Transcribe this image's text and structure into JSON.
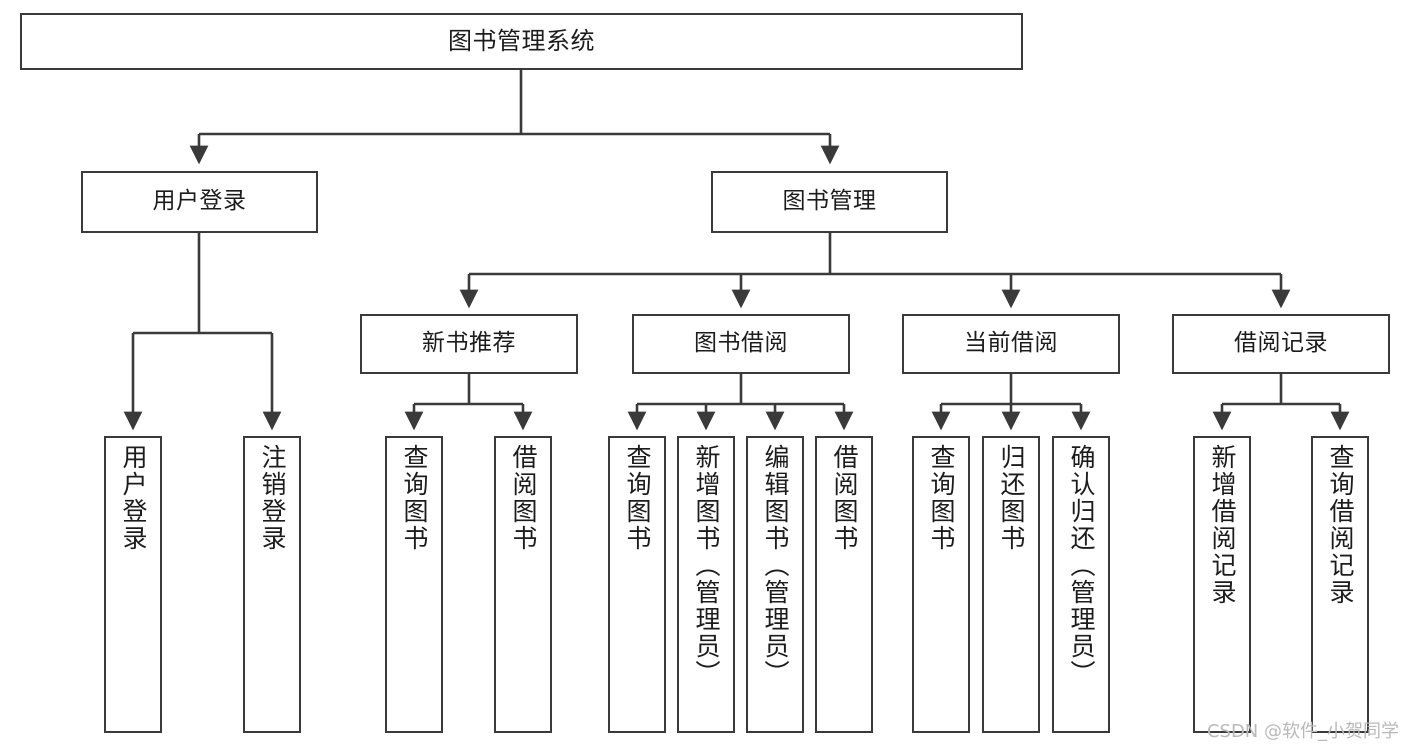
{
  "diagram": {
    "title": "图书管理系统",
    "type": "tree-hierarchy-diagram",
    "watermark": "CSDN @软件_小贺同学",
    "colors": {
      "box_border": "#3a3a3a",
      "box_fill": "#ffffff",
      "connector": "#3a3a3a",
      "text": "#1c1c1c",
      "watermark": "#b9b9b9",
      "background": "#ffffff"
    },
    "root": {
      "label": "图书管理系统"
    },
    "level2": [
      {
        "label": "用户登录"
      },
      {
        "label": "图书管理"
      }
    ],
    "level3": [
      {
        "label": "新书推荐"
      },
      {
        "label": "图书借阅"
      },
      {
        "label": "当前借阅"
      },
      {
        "label": "借阅记录"
      }
    ],
    "leaves": {
      "user_login": [
        {
          "label": "用户登录"
        },
        {
          "label": "注销登录"
        }
      ],
      "new_book_recommend": [
        {
          "label": "查询图书"
        },
        {
          "label": "借阅图书"
        }
      ],
      "book_borrow": [
        {
          "label": "查询图书"
        },
        {
          "label": "新增图书（管理员）"
        },
        {
          "label": "编辑图书（管理员）"
        },
        {
          "label": "借阅图书"
        }
      ],
      "current_borrow": [
        {
          "label": "查询图书"
        },
        {
          "label": "归还图书"
        },
        {
          "label": "确认归还（管理员）"
        }
      ],
      "borrow_records": [
        {
          "label": "新增借阅记录"
        },
        {
          "label": "查询借阅记录"
        }
      ]
    }
  }
}
